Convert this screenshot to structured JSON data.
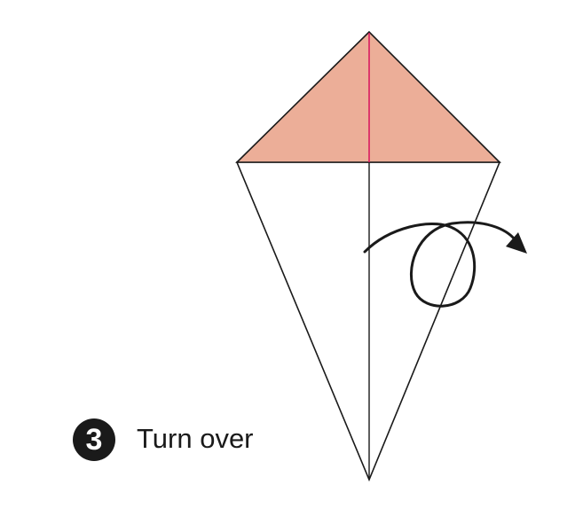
{
  "instruction": {
    "step_number": "3",
    "text": "Turn over"
  },
  "diagram": {
    "colors": {
      "paper_colored_side": "#ecae98",
      "paper_white_side": "#ffffff",
      "fold_outline": "#1a1a1a",
      "center_crease_on_color": "#d81b60",
      "arrow": "#1a1a1a"
    },
    "arrow_icon": "turn-over-loop-arrow"
  }
}
